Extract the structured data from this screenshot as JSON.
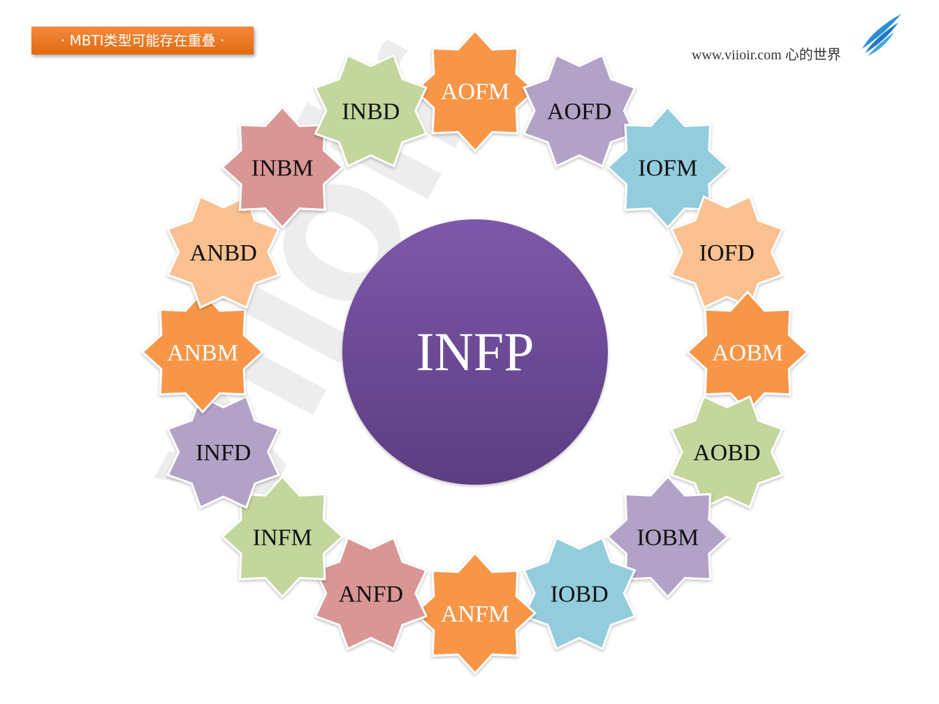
{
  "title": "· MBTI类型可能存在重叠 ·",
  "site_text": "www.viioir.com 心的世界",
  "watermark": "viioir",
  "center": {
    "label": "INFP",
    "color": "#6b4a94"
  },
  "nodes": [
    {
      "label": "AOFM",
      "color": "#f79646"
    },
    {
      "label": "AOFD",
      "color": "#b3a2c7"
    },
    {
      "label": "IOFM",
      "color": "#93cddd"
    },
    {
      "label": "IOFD",
      "color": "#fac090"
    },
    {
      "label": "AOBM",
      "color": "#f79646"
    },
    {
      "label": "AOBD",
      "color": "#c3d69b"
    },
    {
      "label": "IOBM",
      "color": "#b3a2c7"
    },
    {
      "label": "IOBD",
      "color": "#93cddd"
    },
    {
      "label": "ANFM",
      "color": "#f79646"
    },
    {
      "label": "ANFD",
      "color": "#d99694"
    },
    {
      "label": "INFM",
      "color": "#c3d69b"
    },
    {
      "label": "INFD",
      "color": "#b3a2c7"
    },
    {
      "label": "ANBM",
      "color": "#f79646"
    },
    {
      "label": "ANBD",
      "color": "#fac090"
    },
    {
      "label": "INBM",
      "color": "#d99694"
    },
    {
      "label": "INBD",
      "color": "#c3d69b"
    }
  ]
}
